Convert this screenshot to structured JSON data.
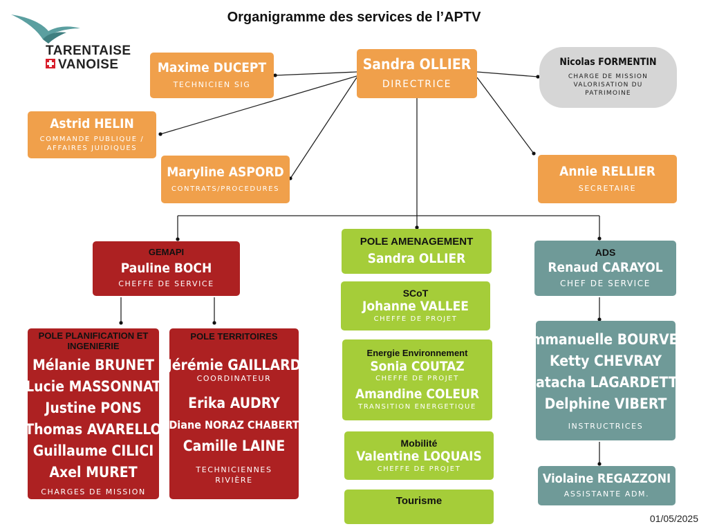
{
  "title": "Organigramme des services de l’APTV",
  "logo": {
    "line1": "TARENTAISE",
    "line2": "VANOISE",
    "icon": "bird-logo-icon"
  },
  "date": "01/05/2025",
  "top": {
    "director": {
      "name": "Sandra OLLIER",
      "role": "DIRECTRICE"
    },
    "maxime": {
      "name": "Maxime DUCEPT",
      "role": "TECHNICIEN SIG"
    },
    "astrid": {
      "name": "Astrid HELIN",
      "role": "COMMANDE PUBLIQUE / AFFAIRES JUIDIQUES"
    },
    "maryline": {
      "name": "Maryline ASPORD",
      "role": "CONTRATS/PROCEDURES"
    },
    "nicolas": {
      "name": "Nicolas FORMENTIN",
      "role": "CHARGE DE MISSION VALORISATION DU PATRIMOINE"
    },
    "annie": {
      "name": "Annie RELLIER",
      "role": "SECRETAIRE"
    }
  },
  "gemapi": {
    "head": "GEMAPI",
    "name": "Pauline BOCH",
    "role": "CHEFFE DE SERVICE",
    "planif": {
      "head": "POLE PLANIFICATION ET INGENIERIE",
      "members": [
        "Mélanie BRUNET",
        "Lucie MASSONNAT",
        "Justine PONS",
        "Thomas AVARELLO",
        "Guillaume CILICI",
        "Axel MURET"
      ],
      "role": "CHARGES DE MISSION"
    },
    "territoires": {
      "head": "POLE TERRITOIRES",
      "coordinator": "Jérémie GAILLARD",
      "coordinator_role": "COORDINATEUR",
      "members": [
        "Erika AUDRY",
        "Diane NORAZ CHABERT",
        "Camille LAINE"
      ],
      "role": "TECHNICIENNES RIVIÈRE"
    }
  },
  "amenagement": {
    "head": "POLE AMENAGEMENT",
    "name": "Sandra OLLIER",
    "scot": {
      "head": "SCoT",
      "name": "Johanne VALLEE",
      "role": "CHEFFE DE PROJET"
    },
    "energie": {
      "head": "Energie Environnement",
      "name1": "Sonia COUTAZ",
      "role1": "CHEFFE DE PROJET",
      "name2": "Amandine COLEUR",
      "role2": "TRANSITION ENERGETIQUE"
    },
    "mobilite": {
      "head": "Mobilité",
      "name": "Valentine LOQUAIS",
      "role": "CHEFFE DE PROJET"
    },
    "tourisme": {
      "head": "Tourisme"
    }
  },
  "ads": {
    "head": "ADS",
    "name": "Renaud CARAYOL",
    "role": "CHEF DE SERVICE",
    "instructrices": {
      "members": [
        "Emmanuelle BOURVEN",
        "Ketty CHEVRAY",
        "Natacha LAGARDETTE",
        "Delphine VIBERT"
      ],
      "role": "INSTRUCTRICES"
    },
    "assistante": {
      "name": "Violaine REGAZZONI",
      "role": "ASSISTANTE ADM."
    }
  }
}
